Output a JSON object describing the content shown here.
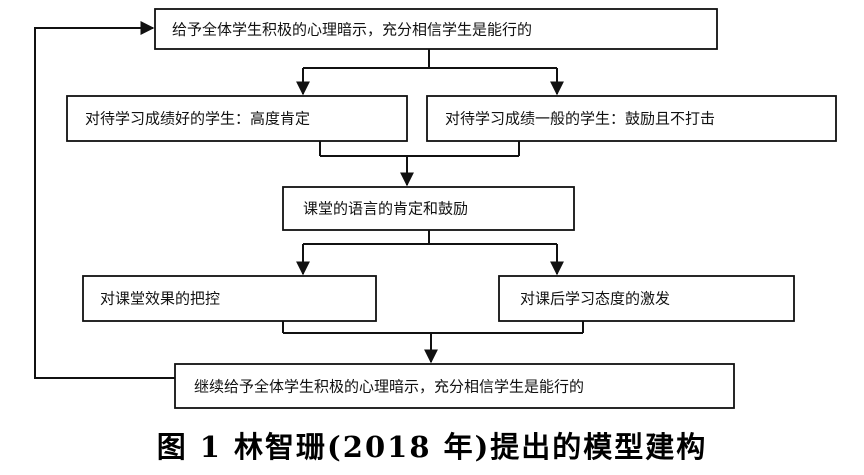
{
  "nodes": {
    "top": "给予全体学生积极的心理暗示，充分相信学生是能行的",
    "good": "对待学习成绩好的学生：高度肯定",
    "average": "对待学习成绩一般的学生：鼓励且不打击",
    "classroom": "课堂的语言的肯定和鼓励",
    "effect": "对课堂效果的把控",
    "attitude": "对课后学习态度的激发",
    "bottom": "继续给予全体学生积极的心理暗示，充分相信学生是能行的"
  },
  "caption": "图 1    林智珊(2018 年)提出的模型建构"
}
